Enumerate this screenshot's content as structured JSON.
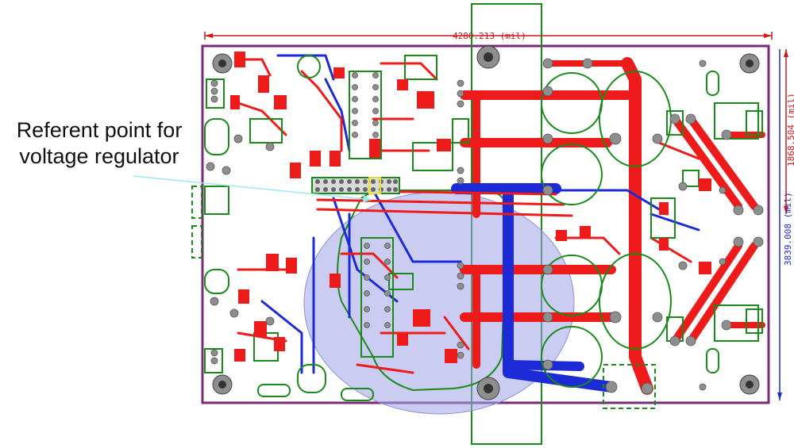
{
  "annotation": {
    "line1": "Referent point for",
    "line2": "voltage regulator"
  },
  "dimensions": {
    "width_label": "4280.213 (mil)",
    "height_label_right_red": "1868.504 (mil)",
    "height_label_right_blue": "3839.008 (mil)"
  },
  "colors": {
    "top_copper": "#ee1b1b",
    "bottom_copper": "#1c2bd6",
    "silkscreen": "#1a8a1a",
    "board_outline": "#7a2a7a",
    "pad": "#8e8e8e",
    "highlight_region": "#9fa3e8",
    "leader_line": "#9fe8f0"
  }
}
